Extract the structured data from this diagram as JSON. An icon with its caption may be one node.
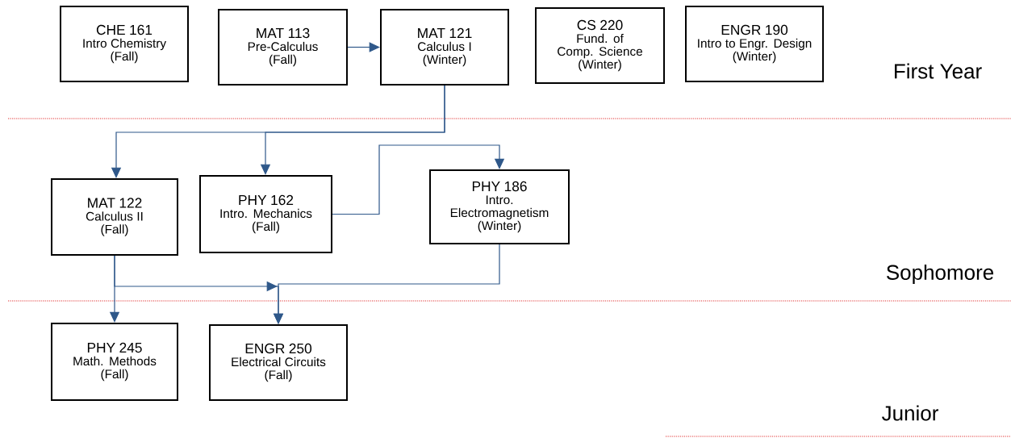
{
  "diagram": {
    "nodes": [
      {
        "text": [
          "CHE 161",
          "Intro Chemistry",
          "(Fall)"
        ]
      },
      {
        "text": [
          "MAT 113",
          "Pre-Calculus",
          "(Fall)"
        ]
      },
      {
        "text": [
          "MAT 121",
          "Calculus I",
          "(Winter)"
        ]
      },
      {
        "text": [
          "CS 220",
          "Fund. of Comp. Science",
          "(Winter)"
        ]
      },
      {
        "text": [
          "ENGR 190",
          "Intro to Engr. Design",
          "(Winter)"
        ]
      },
      {
        "text": [
          "MAT 122",
          "Calculus II",
          "(Fall)"
        ]
      },
      {
        "text": [
          "PHY 162",
          "Intro. Mechanics",
          "(Fall)"
        ]
      },
      {
        "text": [
          "PHY 186",
          "Intro. Electromagnetism",
          "(Winter)"
        ]
      },
      {
        "text": [
          "PHY 245",
          "Math. Methods",
          "(Fall)"
        ]
      },
      {
        "text": [
          "ENGR 250",
          "Electrical Circuits",
          "(Fall)"
        ]
      }
    ],
    "edges": [
      {
        "from": 1,
        "to": 2,
        "arrow": "to"
      },
      {
        "from": 2,
        "to": 5,
        "arrow": "to"
      },
      {
        "from": 2,
        "to": 6,
        "arrow": "to"
      },
      {
        "from": 6,
        "to": 7,
        "arrow": "to"
      },
      {
        "from": 5,
        "to": 8,
        "arrow": "to"
      },
      {
        "from": 5,
        "to": 9,
        "arrow": "to"
      },
      {
        "from": 7,
        "to": 9,
        "arrow": "to"
      }
    ],
    "labels": [
      "First Year",
      "Sophomore",
      "Junior"
    ]
  }
}
